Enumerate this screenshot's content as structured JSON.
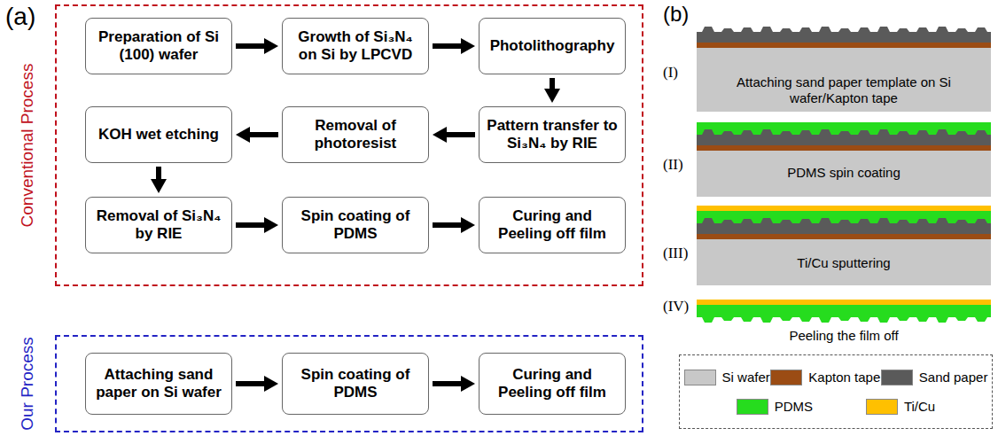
{
  "diagram": {
    "nodes": [
      {
        "text": [
          "Conventional Process"
        ]
      },
      {
        "text": [
          "Preparation of Si (100) wafer"
        ],
        "in": 0
      },
      {
        "text": [
          "Growth of Si₃N₄ on Si by LPCVD"
        ],
        "in": 0
      },
      {
        "text": [
          "Photolithography"
        ],
        "in": 0
      },
      {
        "text": [
          "Pattern transfer to Si₃N₄ by RIE"
        ],
        "in": 0
      },
      {
        "text": [
          "Removal of photoresist"
        ],
        "in": 0
      },
      {
        "text": [
          "KOH wet etching"
        ],
        "in": 0
      },
      {
        "text": [
          "Removal of Si₃N₄ by RIE"
        ],
        "in": 0
      },
      {
        "text": [
          "Spin coating of PDMS"
        ],
        "in": 0
      },
      {
        "text": [
          "Curing and Peeling off film"
        ],
        "in": 0
      },
      {
        "text": [
          "Our Process"
        ]
      },
      {
        "text": [
          "Attaching sand paper on Si wafer"
        ],
        "in": 10
      },
      {
        "text": [
          "Spin coating of PDMS"
        ],
        "in": 10
      },
      {
        "text": [
          "Curing and Peeling off film"
        ],
        "in": 10
      }
    ],
    "edges": [
      {
        "from": 1,
        "to": 2,
        "arrow": "to"
      },
      {
        "from": 2,
        "to": 3,
        "arrow": "to"
      },
      {
        "from": 3,
        "to": 4,
        "arrow": "to"
      },
      {
        "from": 4,
        "to": 5,
        "arrow": "to"
      },
      {
        "from": 5,
        "to": 6,
        "arrow": "to"
      },
      {
        "from": 6,
        "to": 7,
        "arrow": "to"
      },
      {
        "from": 7,
        "to": 8,
        "arrow": "to"
      },
      {
        "from": 8,
        "to": 9,
        "arrow": "to"
      },
      {
        "from": 11,
        "to": 12,
        "arrow": "to"
      },
      {
        "from": 12,
        "to": 13,
        "arrow": "to"
      }
    ],
    "labels": [
      "(a)",
      "(b)",
      "(I)",
      "Attaching sand paper template on Si wafer/Kapton tape",
      "(II)",
      "PDMS spin coating",
      "(III)",
      "Ti/Cu sputtering",
      "(IV)",
      "Peeling the film off"
    ],
    "legend": [
      {
        "text": "Si wafer",
        "color": "#c8c8c8"
      },
      {
        "text": "Kapton tape",
        "color": "#9b4c14"
      },
      {
        "text": "Sand paper",
        "color": "#5a5a5a"
      },
      {
        "text": "PDMS",
        "color": "#26dc1e"
      },
      {
        "text": "Ti/Cu",
        "color": "#ffc000"
      }
    ]
  }
}
